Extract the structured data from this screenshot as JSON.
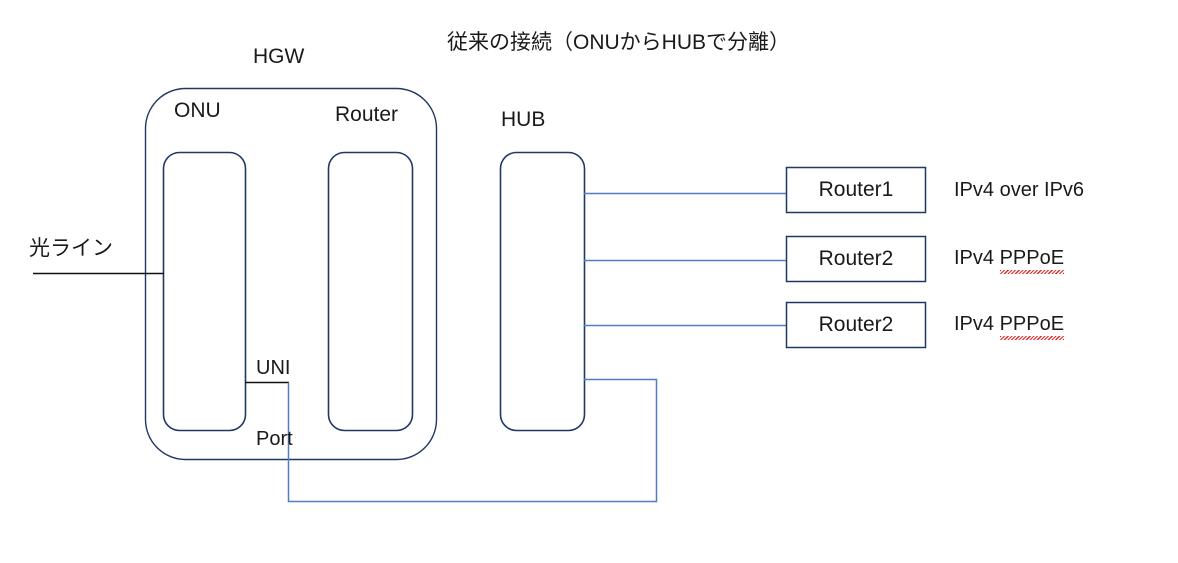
{
  "title": "従来の接続（ONUからHUBで分離）",
  "colors": {
    "box_stroke": "#1f3864",
    "link_blue": "#4f7fbf",
    "link_black": "#111111",
    "text": "#1a1a1a",
    "spell_underline": "#e02020",
    "background": "#ffffff"
  },
  "labels": {
    "hgw": "HGW",
    "onu": "ONU",
    "router": "Router",
    "hub": "HUB",
    "uni_port_line1": "UNI",
    "uni_port_line2": "Port",
    "optical_line": "光ライン"
  },
  "routers": [
    {
      "name": "Router1",
      "protocol_prefix": "IPv4 over IPv6",
      "protocol_term": "",
      "misspelled": false
    },
    {
      "name": "Router2",
      "protocol_prefix": "IPv4 ",
      "protocol_term": "PPPoE",
      "misspelled": true
    },
    {
      "name": "Router2",
      "protocol_prefix": "IPv4 ",
      "protocol_term": "PPPoE",
      "misspelled": true
    }
  ]
}
